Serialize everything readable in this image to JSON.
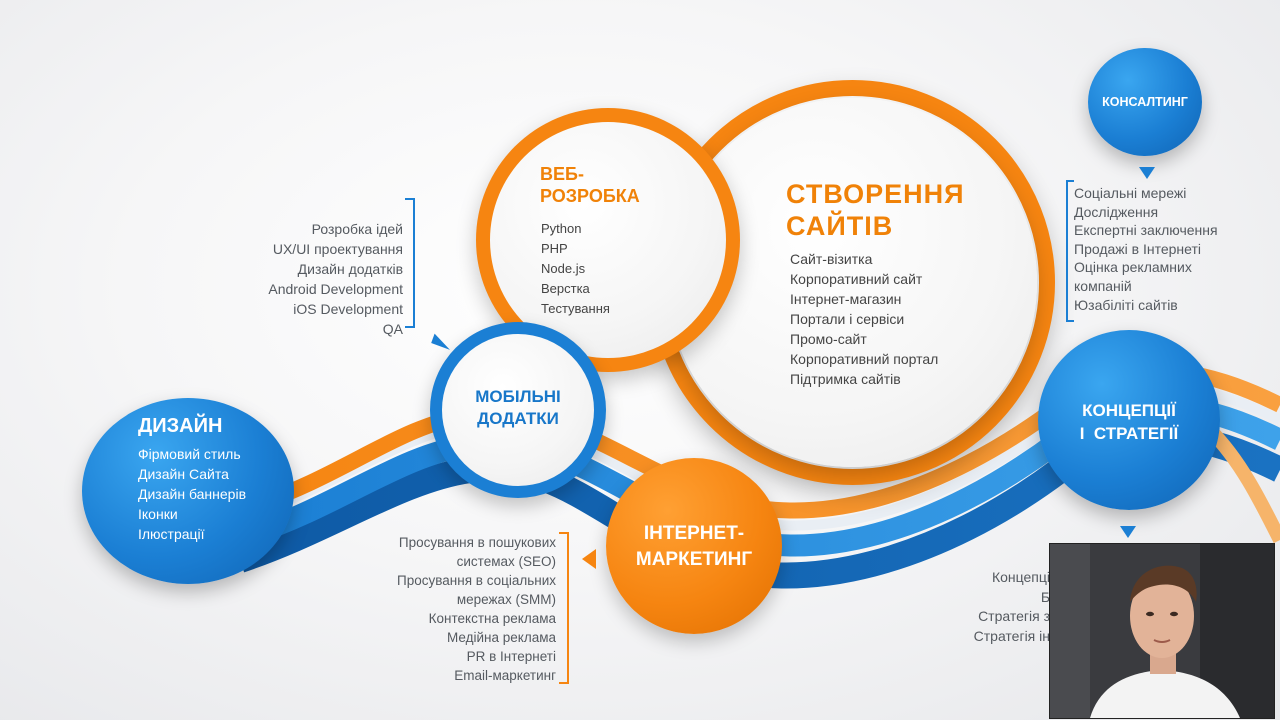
{
  "colors": {
    "orange": "#f68511",
    "blue": "#1b7fd4",
    "text_gray": "#555a60",
    "white": "#ffffff"
  },
  "create_sites": {
    "title_line1": "СТВОРЕННЯ",
    "title_line2": "САЙТІВ",
    "items": [
      "Сайт-візитка",
      "Корпоративний сайт",
      "Інтернет-магазин",
      "Портали і сервіси",
      "Промо-сайт",
      "Корпоративний портал",
      "Підтримка сайтів"
    ]
  },
  "web_dev": {
    "title_line1": "ВЕБ-",
    "title_line2": "РОЗРОБКА",
    "items": [
      "Python",
      "PHP",
      "Node.js",
      "Верстка",
      "Тестування"
    ]
  },
  "mobile": {
    "title_line1": "МОБІЛЬНІ",
    "title_line2": "ДОДАТКИ",
    "items": [
      "Розробка ідей",
      "UX/UI проектування",
      "Дизайн додатків",
      "Android Development",
      "iOS Development",
      "QA"
    ]
  },
  "design": {
    "title": "ДИЗАЙН",
    "items": [
      "Фірмовий стиль",
      "Дизайн Сайта",
      "Дизайн баннерів",
      "Іконки",
      "Ілюстрації"
    ]
  },
  "marketing": {
    "title_line1": "ІНТЕРНЕТ-",
    "title_line2": "МАРКЕТИНГ",
    "items": [
      "Просування в пошукових",
      "системах (SEO)",
      "Просування в соціальних",
      "мережах (SMM)",
      "Контекстна реклама",
      "Медійна реклама",
      "PR в Інтернеті",
      "Email-маркетинг"
    ]
  },
  "consulting": {
    "title": "КОНСАЛТИНГ",
    "items": [
      "Соціальні мережі",
      "Дослідження",
      "Експертні заключення",
      "Продажі в Інтернеті",
      "Оцінка рекламних",
      "компаній",
      "Юзабіліті сайтів"
    ]
  },
  "concepts": {
    "title_line1": "КОНЦЕПЦІЇ",
    "title_line2": "І  СТРАТЕГІЇ",
    "items_partial": [
      "Концепці",
      "Б",
      "Стратегія з",
      "Стратегія ін"
    ]
  }
}
